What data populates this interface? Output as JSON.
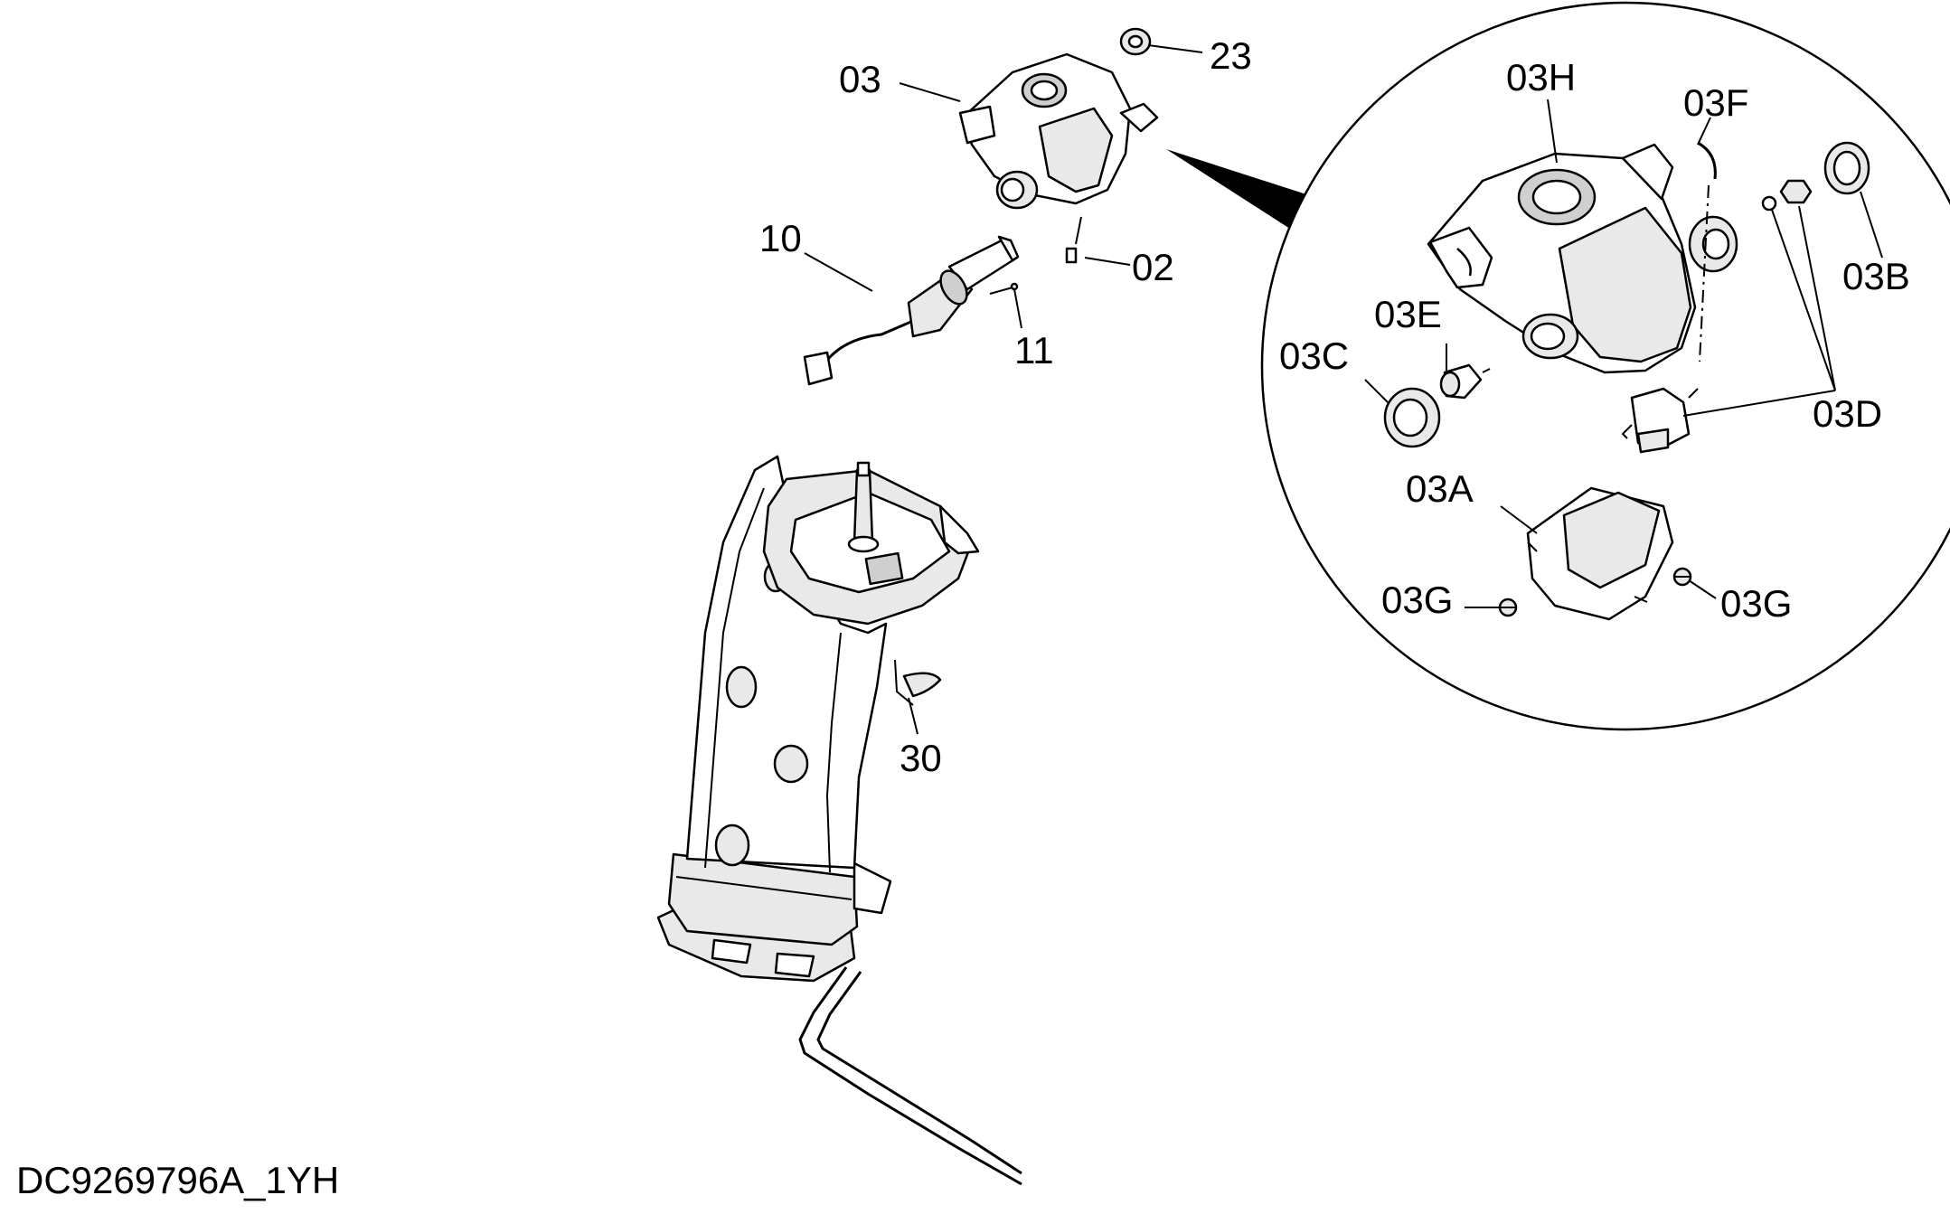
{
  "callouts": {
    "c03": "03",
    "c23": "23",
    "c02": "02",
    "c10": "10",
    "c11": "11",
    "c30": "30",
    "c03H": "03H",
    "c03F": "03F",
    "c03B": "03B",
    "c03E": "03E",
    "c03C": "03C",
    "c03D": "03D",
    "c03A": "03A",
    "c03G_left": "03G",
    "c03G_right": "03G"
  },
  "document_id": "DC9269796A_1YH"
}
